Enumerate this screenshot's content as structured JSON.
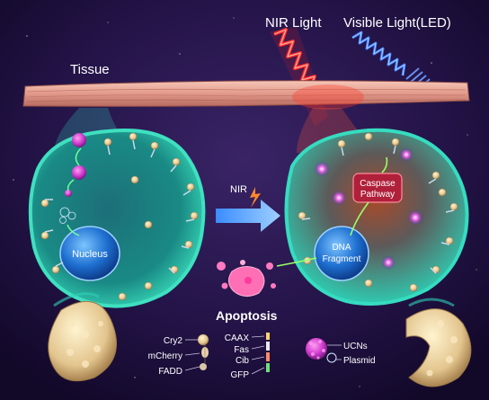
{
  "labels": {
    "nir_light": "NIR Light",
    "visible_light": "Visible Light(LED)",
    "tissue": "Tissue",
    "nir_arrow": "NIR",
    "nucleus": "Nucleus",
    "caspase_line1": "Caspase",
    "caspase_line2": "Pathway",
    "dna_line1": "DNA",
    "dna_line2": "Fragment",
    "apoptosis": "Apoptosis"
  },
  "legend": {
    "cry2": "Cry2",
    "mcherry": "mCherry",
    "fadd": "FADD",
    "caax": "CAAX",
    "fas": "Fas",
    "cib": "Cib",
    "gfp": "GFP",
    "ucns": "UCNs",
    "plasmid": "Plasmid"
  },
  "colors": {
    "background": "#1a0d33",
    "cell_teal": "#1f8f8a",
    "cell_rim": "#2fd0b8",
    "nucleus_blue": "#1e6fd0",
    "nir_red": "#ff2020",
    "visible_blue": "#3a7bff",
    "tissue_pink": "#e9a79a",
    "apoptosis_pink": "#ff6fb5",
    "caspase_red": "#b0203a",
    "ucn_magenta": "#d23ccf"
  }
}
